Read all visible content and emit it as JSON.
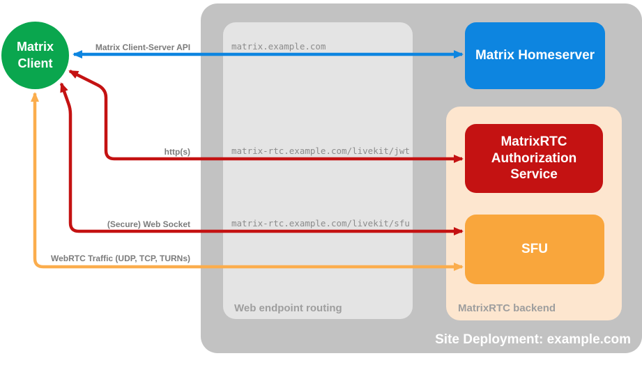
{
  "diagram": {
    "title": "Site Deployment: example.com",
    "palette": {
      "client_green": "#0aa64e",
      "homeserver_blue": "#0d85e0",
      "auth_red": "#c41212",
      "sfu_orange": "#f9a63c",
      "webrtc_arrow_orange": "#fbad4d",
      "backend_peach": "#fde6cf",
      "site_gray": "#c2c2c2",
      "routing_gray": "#e4e4e4",
      "edge_label_gray": "#7b7b7b",
      "url_gray": "#8c8c8c",
      "group_label_gray": "#9e9e9e"
    },
    "nodes": {
      "matrix_client": {
        "label": "Matrix Client"
      },
      "matrix_homeserver": {
        "label": "Matrix Homeserver"
      },
      "matrixrtc_auth_service": {
        "label": "MatrixRTC Authorization Service"
      },
      "sfu": {
        "label": "SFU"
      }
    },
    "groups": {
      "web_endpoint_routing": {
        "label": "Web endpoint routing"
      },
      "matrixrtc_backend": {
        "label": "MatrixRTC backend"
      }
    },
    "edges": {
      "client_server_api": {
        "label": "Matrix Client-Server API",
        "endpoint": "matrix.example.com"
      },
      "https": {
        "label": "http(s)",
        "endpoint": "matrix-rtc.example.com/livekit/jwt"
      },
      "web_socket": {
        "label": "(Secure) Web Socket",
        "endpoint": "matrix-rtc.example.com/livekit/sfu"
      },
      "webrtc_traffic": {
        "label": "WebRTC Traffic (UDP, TCP, TURNs)"
      }
    }
  }
}
